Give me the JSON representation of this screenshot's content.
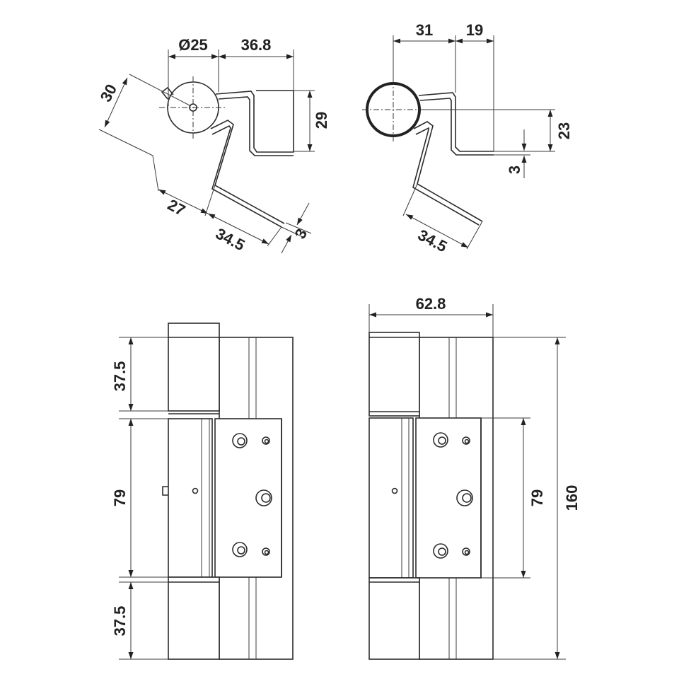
{
  "top_left_view": {
    "dim_diameter": "Ø25",
    "dim_width": "36.8",
    "dim_height": "29",
    "dim_offset": "30",
    "dim_arm": "27",
    "dim_leg": "34.5",
    "dim_thickness": "3"
  },
  "top_right_view": {
    "dim_a": "31",
    "dim_b": "19",
    "dim_height": "23",
    "dim_thickness": "3",
    "dim_leg": "34.5"
  },
  "front_left_view": {
    "dim_top_knuckle": "37.5",
    "dim_middle": "79",
    "dim_bottom_knuckle": "37.5"
  },
  "front_right_view": {
    "dim_width": "62.8",
    "dim_middle": "79",
    "dim_total_height": "160"
  }
}
